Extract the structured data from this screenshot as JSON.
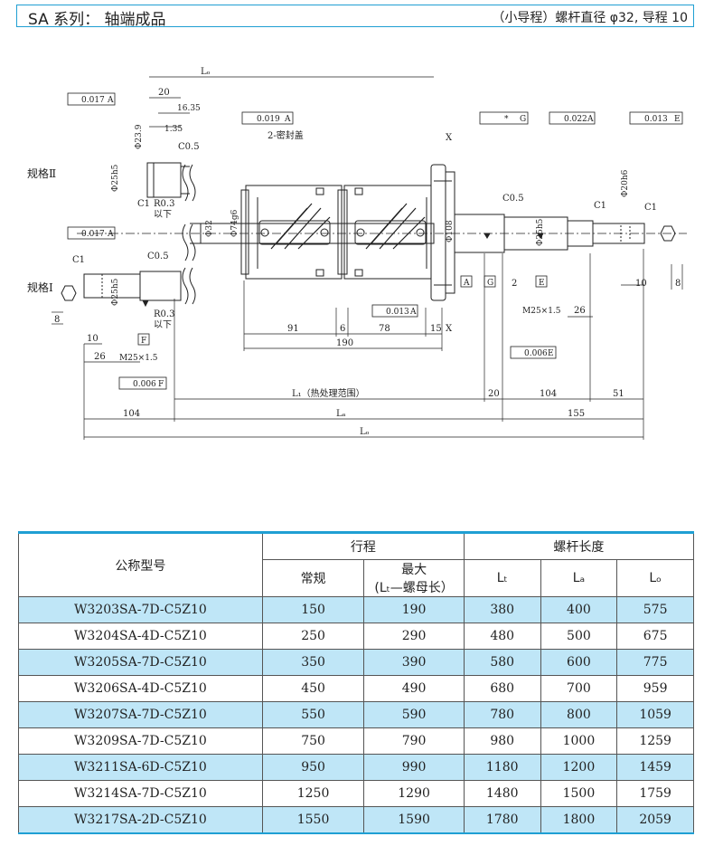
{
  "header": {
    "title": "SA 系列： 轴端成品",
    "subtitle": "（小导程）螺杆直径 φ32, 导程 10"
  },
  "drawing": {
    "labels": {
      "spec2": "规格Ⅱ",
      "spec1": "规格Ⅰ",
      "seal": "2-密封盖",
      "lt": "L₁（热处理范围）",
      "la": "Lₐ",
      "lo": "Lₒ",
      "lo_top": "Lₒ",
      "thread1": "M25×1.5",
      "thread2": "M25×1.5",
      "r03a": "R0.3",
      "r03b": "R0.3",
      "yixia_a": "以下",
      "yixia_b": "以下",
      "c1a": "C1",
      "c1b": "C1",
      "c1c": "C1",
      "c1d": "C1",
      "c05a": "C0.5",
      "c05b": "C0.5",
      "c05c": "C0.5",
      "x_top": "X",
      "x_bot": "X",
      "phi32": "Φ32",
      "phi74": "Φ74g6",
      "phi108": "Φ108",
      "phi25h5a": "Φ25h5",
      "phi25h5b": "Φ25h5",
      "phi25h5c": "Φ25h5",
      "phi239": "Φ23.9",
      "phi20h6": "Φ20h6",
      "ref_a1": "A",
      "ref_g": "G",
      "ref_e": "E",
      "ref_f": "F"
    },
    "tolerances": {
      "t1": "0.017",
      "t1_ref": "A",
      "t2": "0.017",
      "t2_ref": "A",
      "t3": "0.019",
      "t3_ref": "A",
      "t4": "*",
      "t4_ref": "G",
      "t5": "0.022",
      "t5_ref": "A",
      "t6": "0.013",
      "t6_ref": "E",
      "t7": "0.013",
      "t7_ref": "A",
      "t8": "0.006",
      "t8_ref": "E",
      "t9": "0.006",
      "t9_ref": "F"
    },
    "dims": {
      "d20": "20",
      "d1635": "16.35",
      "d135": "1.35",
      "d91": "91",
      "d6": "6",
      "d78": "78",
      "d15": "15",
      "d190": "190",
      "d20b": "20",
      "d104a": "104",
      "d51": "51",
      "d104b": "104",
      "d155": "155",
      "d10a": "10",
      "d26a": "26",
      "d8a": "8",
      "d2": "2",
      "d26b": "26",
      "d10b": "10",
      "d8b": "8"
    }
  },
  "table": {
    "headers": {
      "model": "公称型号",
      "stroke": "行程",
      "screw_length": "螺杆长度",
      "normal": "常规",
      "max_line1": "最大",
      "max_line2": "(Lₜ—螺母长）",
      "lt": "Lₜ",
      "la": "Lₐ",
      "lo": "Lₒ"
    },
    "rows": [
      {
        "model": "W3203SA-7D-C5Z10",
        "normal": "150",
        "max": "190",
        "lt": "380",
        "la": "400",
        "lo": "575"
      },
      {
        "model": "W3204SA-4D-C5Z10",
        "normal": "250",
        "max": "290",
        "lt": "480",
        "la": "500",
        "lo": "675"
      },
      {
        "model": "W3205SA-7D-C5Z10",
        "normal": "350",
        "max": "390",
        "lt": "580",
        "la": "600",
        "lo": "775"
      },
      {
        "model": "W3206SA-4D-C5Z10",
        "normal": "450",
        "max": "490",
        "lt": "680",
        "la": "700",
        "lo": "959"
      },
      {
        "model": "W3207SA-7D-C5Z10",
        "normal": "550",
        "max": "590",
        "lt": "780",
        "la": "800",
        "lo": "1059"
      },
      {
        "model": "W3209SA-7D-C5Z10",
        "normal": "750",
        "max": "790",
        "lt": "980",
        "la": "1000",
        "lo": "1259"
      },
      {
        "model": "W3211SA-6D-C5Z10",
        "normal": "950",
        "max": "990",
        "lt": "1180",
        "la": "1200",
        "lo": "1459"
      },
      {
        "model": "W3214SA-7D-C5Z10",
        "normal": "1250",
        "max": "1290",
        "lt": "1480",
        "la": "1500",
        "lo": "1759"
      },
      {
        "model": "W3217SA-2D-C5Z10",
        "normal": "1550",
        "max": "1590",
        "lt": "1780",
        "la": "1800",
        "lo": "2059"
      }
    ]
  }
}
